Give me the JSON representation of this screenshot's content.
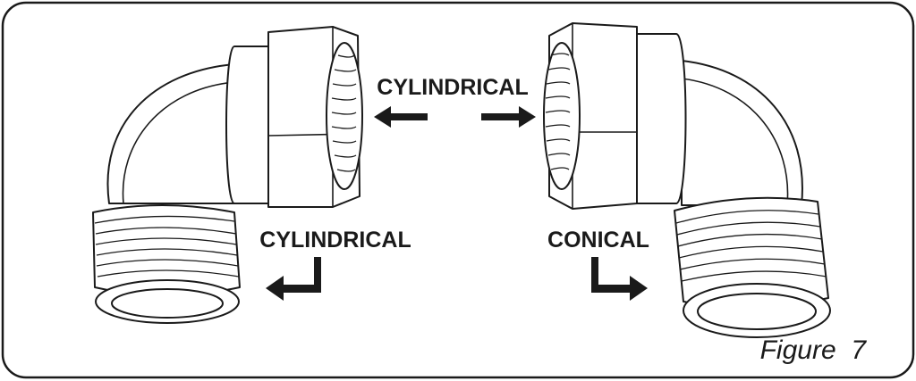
{
  "figure": {
    "caption": "Figure  7",
    "labels": {
      "top_center": "CYLINDRICAL",
      "bottom_left": "CYLINDRICAL",
      "bottom_right": "CONICAL"
    },
    "colors": {
      "line": "#1a1a1a",
      "background": "#ffffff"
    },
    "icons": [
      "left-arrow-icon",
      "right-arrow-icon",
      "elbow-arrow-left-icon",
      "elbow-arrow-right-icon"
    ]
  }
}
